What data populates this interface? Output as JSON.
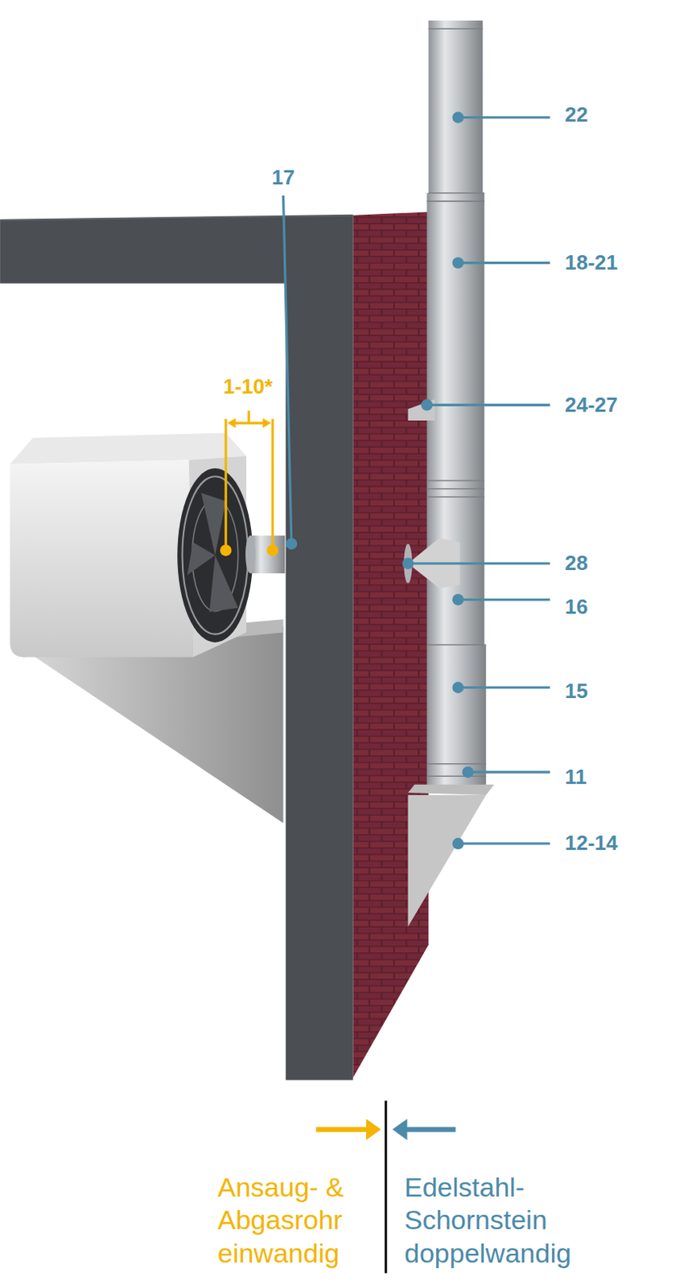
{
  "diagram": {
    "labels": [
      "22",
      "17",
      "18-21",
      "1-10*",
      "24-27",
      "28",
      "16",
      "15",
      "11",
      "12-14"
    ],
    "legend": [
      {
        "text": "Ansaug- & Abgasrohr einwandig"
      },
      {
        "text": "Edelstahl- Schornstein doppelwandig"
      }
    ]
  }
}
